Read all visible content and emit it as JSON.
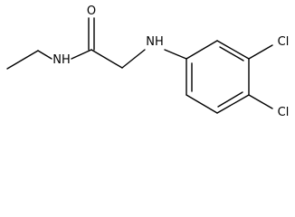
{
  "molecule": {
    "atoms": {
      "oxygen": "O",
      "amide_nh": "NH",
      "aniline_nh": "NH",
      "chlorine_3": "Cl",
      "chlorine_4": "Cl"
    },
    "colors": {
      "bond": "#000000",
      "label": "#000000",
      "background": "#ffffff"
    }
  }
}
